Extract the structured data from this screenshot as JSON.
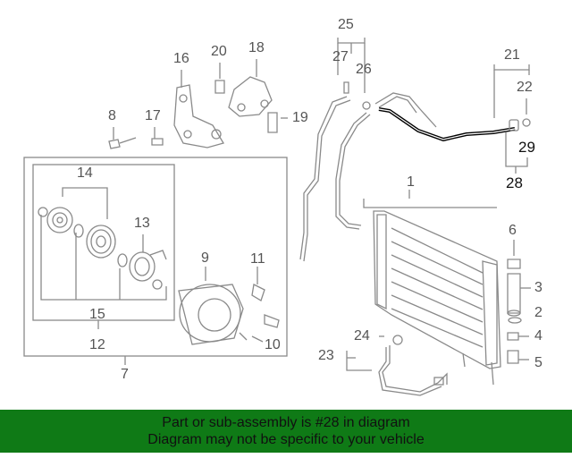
{
  "callouts": {
    "c1": "1",
    "c2": "2",
    "c3": "3",
    "c4": "4",
    "c5": "5",
    "c6": "6",
    "c7": "7",
    "c8": "8",
    "c9": "9",
    "c10": "10",
    "c11": "11",
    "c12": "12",
    "c13": "13",
    "c14": "14",
    "c15": "15",
    "c16": "16",
    "c17": "17",
    "c18": "18",
    "c19": "19",
    "c20": "20",
    "c21": "21",
    "c22": "22",
    "c23": "23",
    "c24": "24",
    "c25": "25",
    "c26": "26",
    "c27": "27",
    "c28": "28",
    "c29": "29"
  },
  "highlighted_part": "28",
  "colors": {
    "banner_bg": "#0f7a16",
    "line": "#8a8a8a",
    "highlight": "#000000"
  },
  "banner": {
    "line1": "Part or sub-assembly is #28 in diagram",
    "line2": "Diagram may not be specific to your vehicle"
  }
}
